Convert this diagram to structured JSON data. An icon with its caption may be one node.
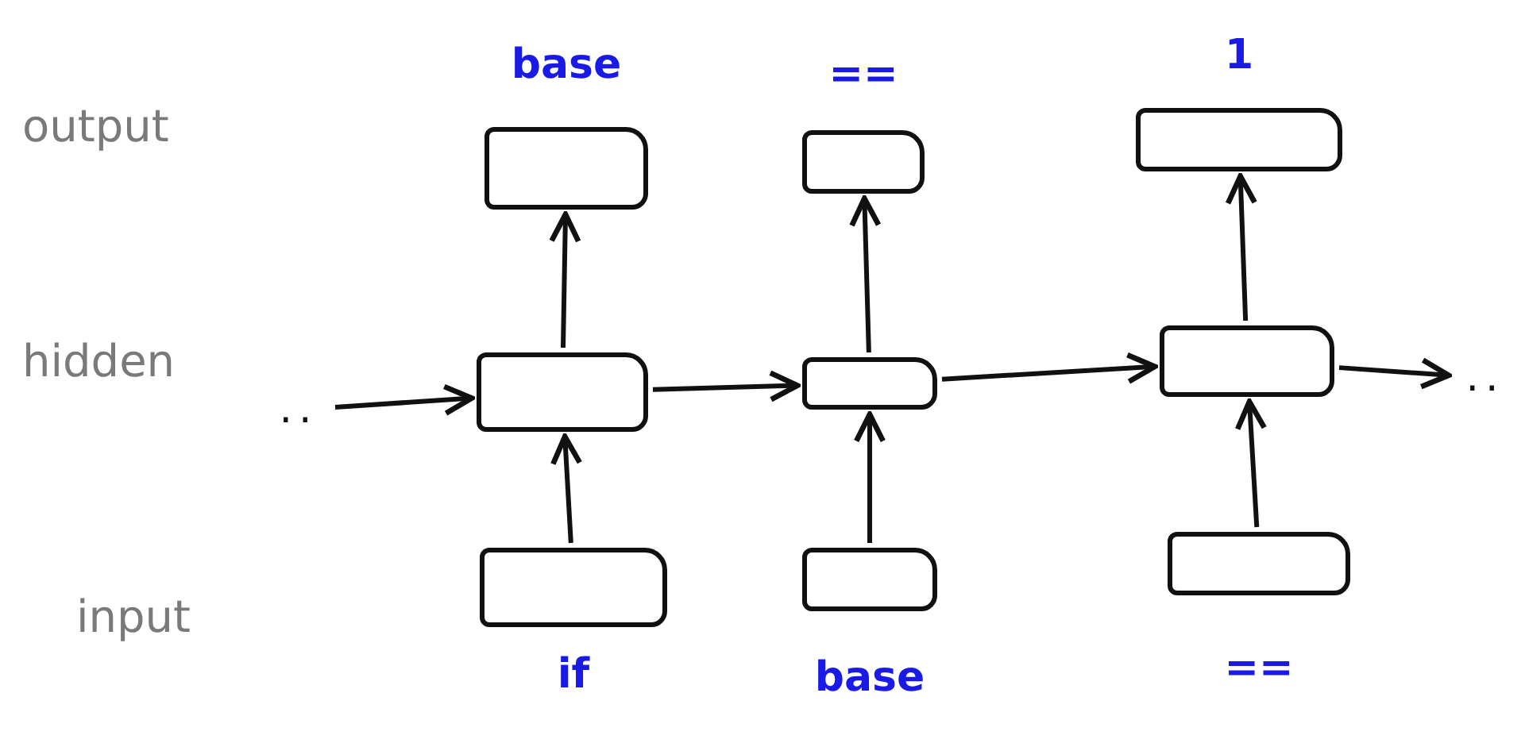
{
  "diagram": {
    "nodes": [
      {
        "text": [],
        "shape": "box",
        "beside": [
          "base"
        ]
      },
      {
        "text": [],
        "shape": "box",
        "beside": [
          "=="
        ]
      },
      {
        "text": [],
        "shape": "box",
        "beside": [
          "1"
        ]
      },
      {
        "text": [
          ".."
        ]
      },
      {
        "text": [],
        "shape": "box"
      },
      {
        "text": [],
        "shape": "box"
      },
      {
        "text": [],
        "shape": "box"
      },
      {
        "text": [
          ".."
        ]
      },
      {
        "text": [],
        "shape": "box",
        "beside": [
          "if"
        ]
      },
      {
        "text": [],
        "shape": "box",
        "beside": [
          "base"
        ]
      },
      {
        "text": [],
        "shape": "box",
        "beside": [
          "=="
        ]
      }
    ],
    "edges": [
      {
        "from": 4,
        "to": 0,
        "arrow": "to"
      },
      {
        "from": 5,
        "to": 1,
        "arrow": "to"
      },
      {
        "from": 6,
        "to": 2,
        "arrow": "to"
      },
      {
        "from": 3,
        "to": 4,
        "arrow": "to"
      },
      {
        "from": 4,
        "to": 5,
        "arrow": "to"
      },
      {
        "from": 5,
        "to": 6,
        "arrow": "to"
      },
      {
        "from": 6,
        "to": 7,
        "arrow": "to"
      },
      {
        "from": 8,
        "to": 4,
        "arrow": "to"
      },
      {
        "from": 9,
        "to": 5,
        "arrow": "to"
      },
      {
        "from": 10,
        "to": 6,
        "arrow": "to"
      }
    ],
    "labels": [
      "output",
      "hidden",
      "input"
    ]
  }
}
